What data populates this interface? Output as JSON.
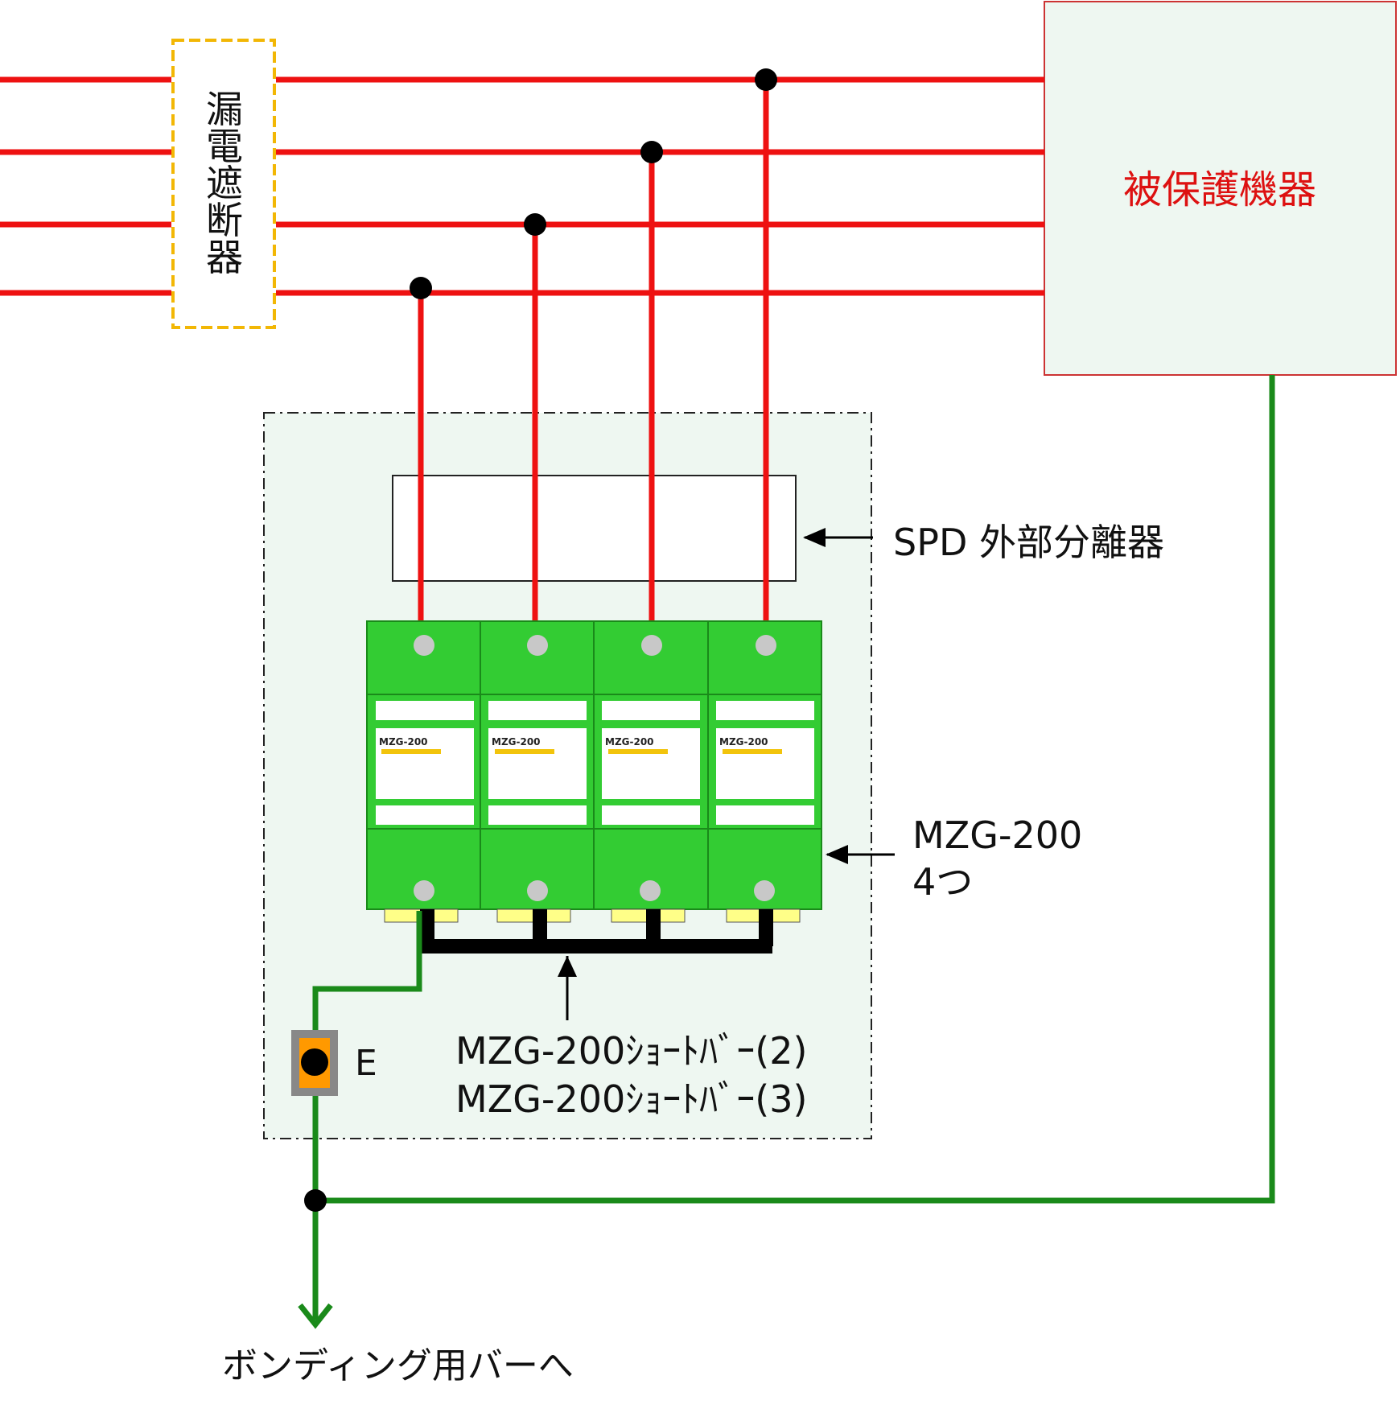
{
  "breaker": {
    "label": "漏電遮断器"
  },
  "protected_equipment": {
    "label": "被保護機器"
  },
  "spd_disconnector": {
    "label": "SPD 外部分離器"
  },
  "module": {
    "label_line1": "MZG-200",
    "label_line2": "4つ",
    "text": "MZG-200"
  },
  "short_bar": {
    "line1": "MZG-200ｼｮｰﾄﾊﾞｰ(2)",
    "line2": "MZG-200ｼｮｰﾄﾊﾞｰ(3)"
  },
  "earth_terminal": {
    "label": "E"
  },
  "bonding_bar": {
    "label": "ボンディング用バーへ"
  },
  "colors": {
    "power_line": "#ee1111",
    "earth_line": "#1a8a1a",
    "module_green": "#33cc33",
    "panel_fill": "#eef7f1",
    "equipment_text": "#dd1111",
    "breaker_border": "#f2b705",
    "terminal": "#ff9900"
  }
}
